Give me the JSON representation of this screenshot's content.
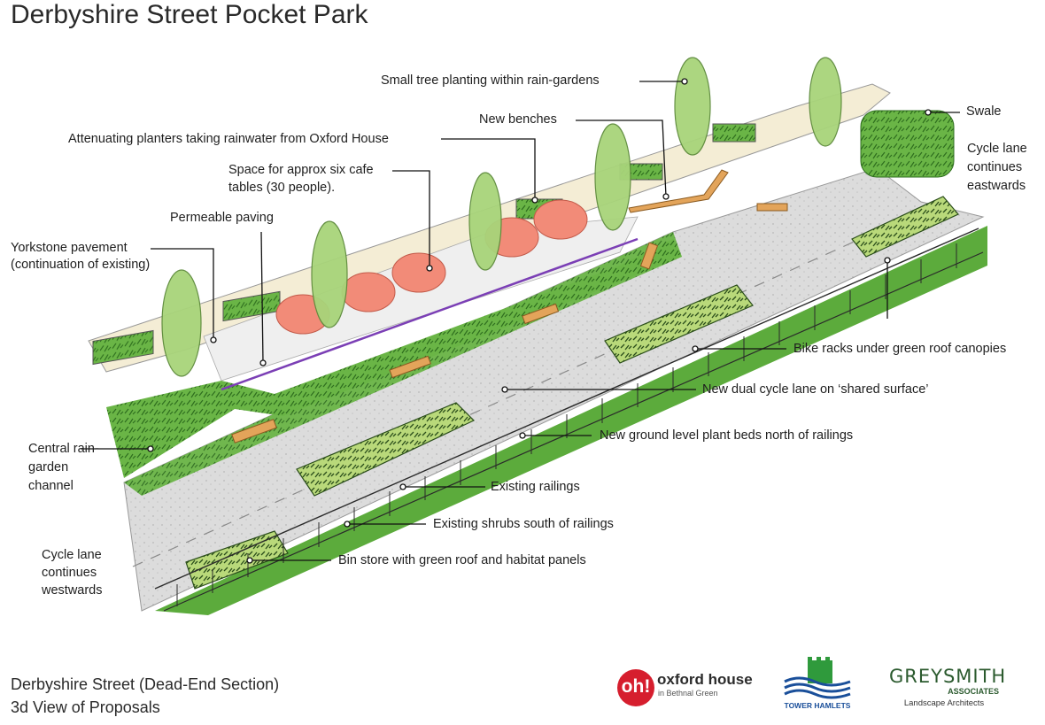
{
  "title": "Derbyshire Street Pocket Park",
  "labels": {
    "small_tree": "Small tree planting within rain-gardens",
    "new_benches": "New benches",
    "attenuating": "Attenuating planters taking rainwater from Oxford House",
    "cafe_line1": "Space for approx six cafe",
    "cafe_line2": "tables (30 people).",
    "permeable": "Permeable paving",
    "yorkstone_line1": "Yorkstone pavement",
    "yorkstone_line2": "(continuation of existing)",
    "swale": "Swale",
    "cycle_east": "Cycle lane continues eastwards",
    "bike_racks": "Bike racks under green roof canopies",
    "dual_cycle": "New dual cycle lane on ‘shared surface’",
    "ground_beds": "New ground level plant beds north of railings",
    "central_rain": "Central rain-garden channel",
    "railings": "Existing railings",
    "shrubs": "Existing shrubs south of railings",
    "bin_store": "Bin store with green roof and habitat panels",
    "cycle_west": "Cycle lane continues westwards"
  },
  "footer": {
    "line1": "Derbyshire Street (Dead-End Section)",
    "line2": "3d View of Proposals"
  },
  "logos": {
    "oh_mark": "oh!",
    "oh_name": "oxford house",
    "oh_sub": "in Bethnal Green",
    "tower_hamlets": "TOWER HAMLETS",
    "greysmith": "GREYSMITH",
    "greysmith_assoc": "ASSOCIATES",
    "greysmith_sub": "Landscape Architects"
  },
  "colors": {
    "plant_green": "#5fae3f",
    "roof_green": "#b7d77a",
    "tree_green": "#a8d47a",
    "paving": "#dadada",
    "yorkstone": "#f3ecd4",
    "umbrella": "#f28b78",
    "accent_red": "#d61e2e"
  }
}
